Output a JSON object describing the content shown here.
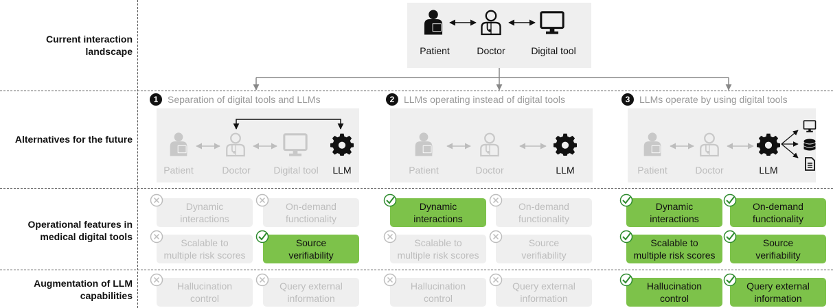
{
  "rows": {
    "current": "Current interaction\nlandscape",
    "alternatives": "Alternatives for the future",
    "operational": "Operational features in\nmedical digital tools",
    "augmentation": "Augmentation of LLM\ncapabilities"
  },
  "current": {
    "patient": "Patient",
    "doctor": "Doctor",
    "tool": "Digital tool"
  },
  "alternatives": [
    {
      "number": "1",
      "title": "Separation of digital tools and LLMs",
      "patient": "Patient",
      "doctor": "Doctor",
      "tool": "Digital tool",
      "llm": "LLM"
    },
    {
      "number": "2",
      "title": "LLMs operating instead of digital tools",
      "patient": "Patient",
      "doctor": "Doctor",
      "llm": "LLM"
    },
    {
      "number": "3",
      "title": "LLMs operate by using digital tools",
      "patient": "Patient",
      "doctor": "Doctor",
      "llm": "LLM"
    }
  ],
  "features": {
    "dynamic": "Dynamic\ninteractions",
    "ondemand": "On-demand\nfunctionality",
    "scalable": "Scalable to\nmultiple risk scores",
    "source": "Source\nverifiability",
    "hallucination": "Hallucination\ncontrol",
    "query": "Query external\ninformation"
  },
  "colors": {
    "positive": "#7dc24a",
    "disabled": "#efefef",
    "check": "#2e8b2e",
    "cross": "#bdbdbd"
  },
  "icons": [
    "patient-icon",
    "doctor-icon",
    "monitor-icon",
    "gear-icon",
    "database-icon",
    "document-icon",
    "check-icon",
    "cross-icon"
  ]
}
